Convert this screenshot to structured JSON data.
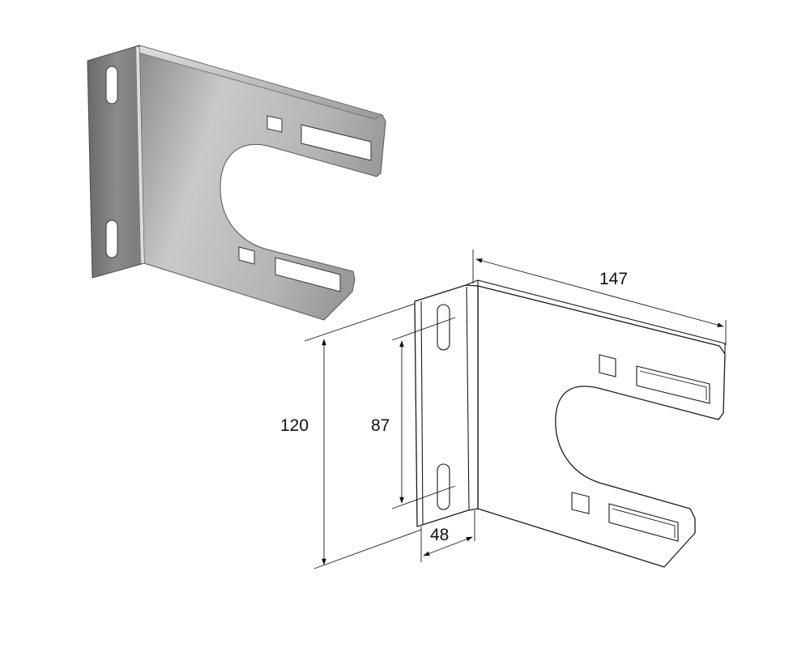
{
  "dimensions": {
    "length": "147",
    "height": "120",
    "slot_spacing": "87",
    "flange_width": "48"
  },
  "colors": {
    "metal_light": "#cfcfcf",
    "metal_mid": "#a6a6a6",
    "metal_dark": "#6e6e6e",
    "line": "#1a1a1a"
  }
}
